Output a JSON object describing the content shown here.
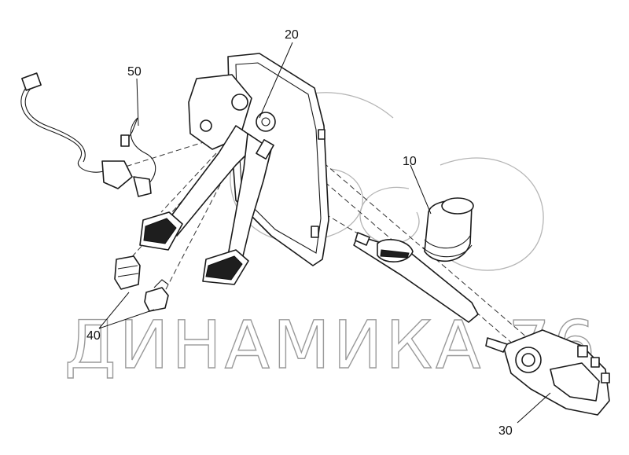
{
  "diagram": {
    "callouts": {
      "c10": "10",
      "c20": "20",
      "c30": "30",
      "c40": "40",
      "c50": "50"
    },
    "watermark": "ДИНАМИКА 76"
  }
}
